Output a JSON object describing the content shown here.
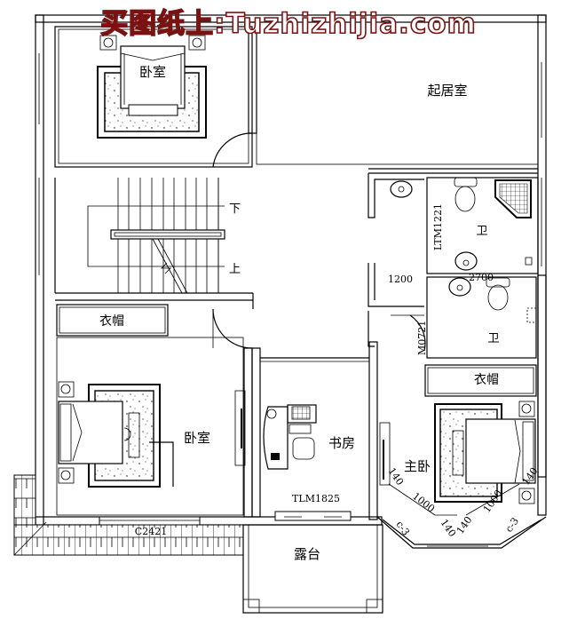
{
  "watermark": {
    "text": "买图纸上:Tuzhizhijia.com",
    "color": "#7a1212"
  },
  "rooms": {
    "bedroom_nw": "卧室",
    "living": "起居室",
    "stairs_down": "下",
    "stairs_up": "上",
    "wardrobe_w": "衣帽",
    "bedroom_sw": "卧室",
    "study": "书房",
    "bath_1": "卫",
    "bath_2": "卫",
    "wardrobe_e": "衣帽",
    "master_bedroom": "主卧",
    "terrace": "露台"
  },
  "labels": {
    "door_ltm": "LTM1221",
    "door_m": "M0721",
    "dim_1200": "1200",
    "dim_2700": "2700",
    "door_tlm": "TLM1825",
    "window_c": "C2421",
    "bay_c3_left": "c-3",
    "bay_c3_right": "c-3",
    "dim_140_a": "140",
    "dim_1000_a": "1000",
    "dim_140_b": "140",
    "dim_140_c": "140",
    "dim_1000_b": "1000",
    "dim_140_d": "140"
  },
  "colors": {
    "line": "#000000",
    "background": "#ffffff",
    "watermark_stroke": "#7a1212"
  }
}
